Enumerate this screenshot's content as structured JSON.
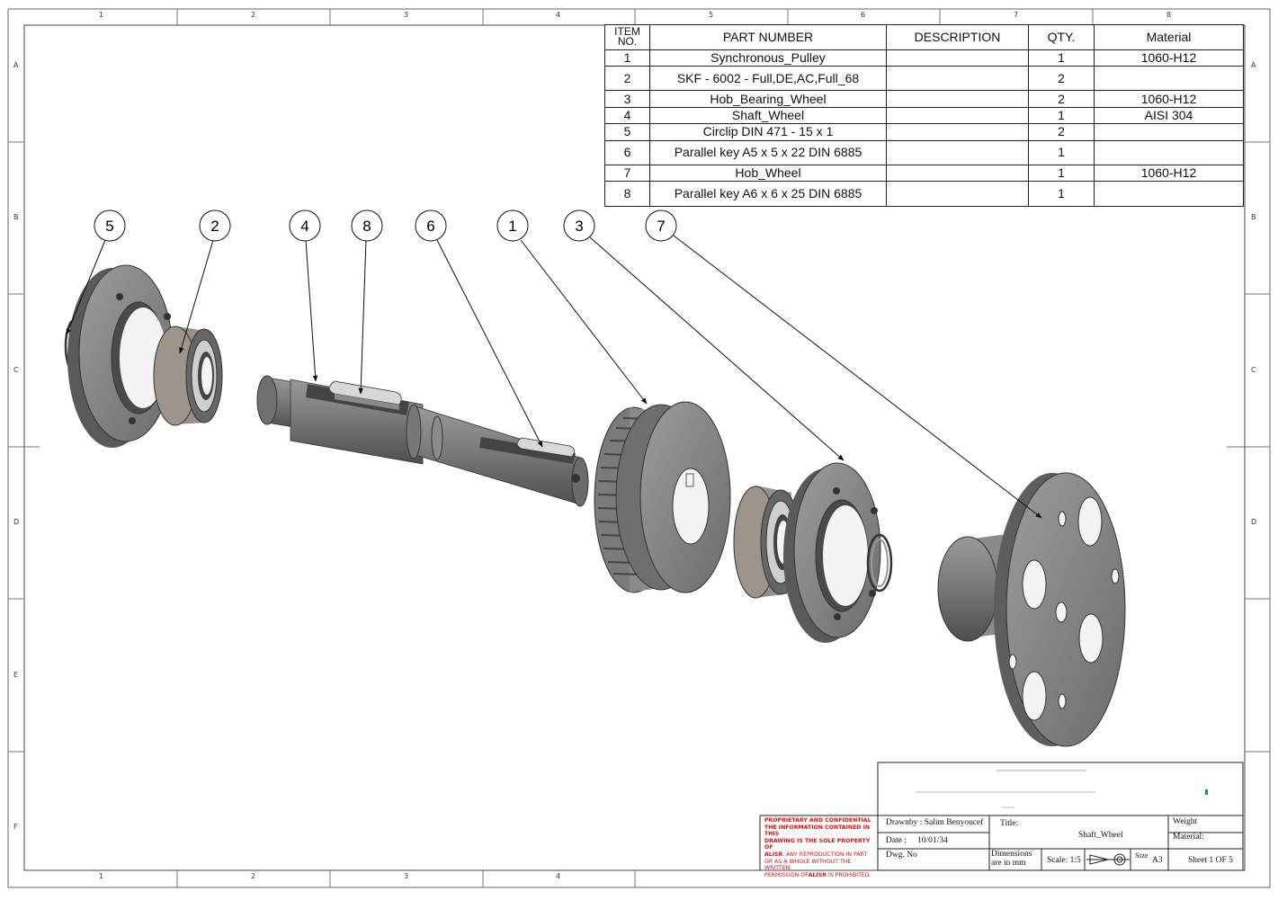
{
  "zones": {
    "columns": [
      "1",
      "2",
      "3",
      "4",
      "5",
      "6",
      "7",
      "8"
    ],
    "bottom_columns": [
      "1",
      "2",
      "3",
      "4"
    ],
    "rows": [
      "A",
      "B",
      "C",
      "D",
      "E",
      "F"
    ]
  },
  "bom": {
    "headers": {
      "item_no": "ITEM NO.",
      "part_number": "PART NUMBER",
      "description": "DESCRIPTION",
      "qty": "QTY.",
      "material": "Material"
    },
    "rows": [
      {
        "item": "1",
        "part": "Synchronous_Pulley",
        "description": "",
        "qty": "1",
        "material": "1060-H12"
      },
      {
        "item": "2",
        "part": "SKF - 6002 - Full,DE,AC,Full_68",
        "description": "",
        "qty": "2",
        "material": ""
      },
      {
        "item": "3",
        "part": "Hob_Bearing_Wheel",
        "description": "",
        "qty": "2",
        "material": "1060-H12"
      },
      {
        "item": "4",
        "part": "Shaft_Wheel",
        "description": "",
        "qty": "1",
        "material": "AISI 304"
      },
      {
        "item": "5",
        "part": "Circlip DIN 471 - 15 x 1",
        "description": "",
        "qty": "2",
        "material": ""
      },
      {
        "item": "6",
        "part": "Parallel key A5 x 5 x 22 DIN 6885",
        "description": "",
        "qty": "1",
        "material": ""
      },
      {
        "item": "7",
        "part": "Hob_Wheel",
        "description": "",
        "qty": "1",
        "material": "1060-H12"
      },
      {
        "item": "8",
        "part": "Parallel key A6 x 6 x 25 DIN 6885",
        "description": "",
        "qty": "1",
        "material": ""
      }
    ]
  },
  "balloons": [
    "5",
    "2",
    "4",
    "8",
    "6",
    "1",
    "3",
    "7"
  ],
  "title_block": {
    "proprietary_line1": "PROPRIETARY AND CONFIDENTIAL",
    "proprietary_line2": "THE INFORMATION CONTAINED IN THIS",
    "proprietary_line3": "DRAWING IS THE SOLE PROPERTY OF",
    "proprietary_company": "ALISR",
    "proprietary_line4": ". ANY REPRODUCTION IN PART",
    "proprietary_line5": "OR AS A WHOLE WITHOUT THE WRITTEN",
    "proprietary_line6": "PERMISSION OF",
    "proprietary_line7": " IS PROHIBITED.",
    "drawn_by": "Drawnby : Salim Benyoucef",
    "date_label": "Date :",
    "date_value": "10/01/34",
    "dwg_no_label": "Dwg. No",
    "title_label": "Title:",
    "title_value": "Shaft_Wheel",
    "dimensions_label_1": "Dimensions",
    "dimensions_label_2": "are in mm",
    "scale_label": "Scale: 1:5",
    "size_label": "Size",
    "size_value": "A3",
    "weight_label": "Weight",
    "material_label": "Material:",
    "sheet_label": "Sheet 1 OF 5"
  },
  "colors": {
    "part_dark": "#6f6f6f",
    "part_mid": "#8e8e8e",
    "part_light": "#b5b5b5",
    "line": "#222222",
    "proprietary_text": "#dd1111"
  }
}
